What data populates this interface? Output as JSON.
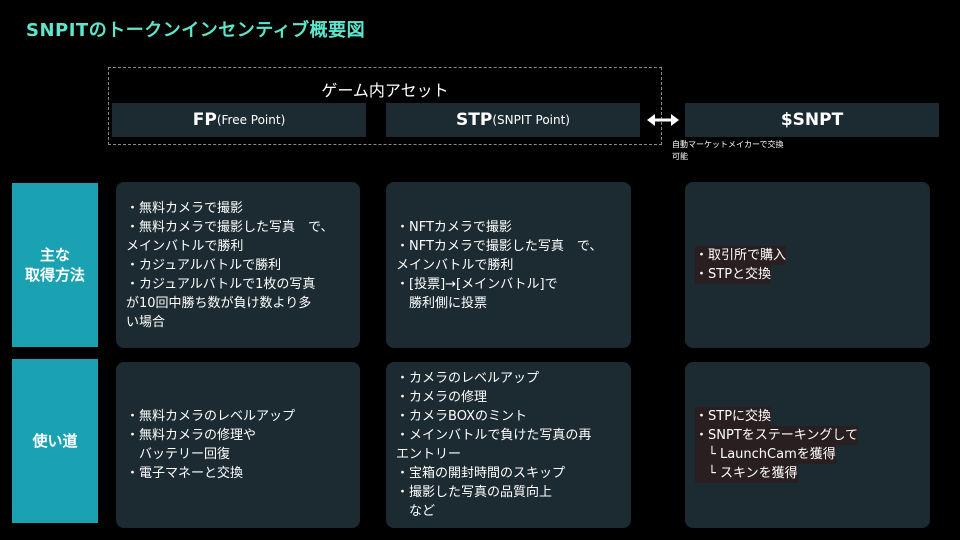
{
  "title": "SNPITのトークンインセンティブ概要図",
  "group_label": "ゲーム内アセット",
  "assets": {
    "fp": {
      "name": "FP",
      "sub": "(Free Point)"
    },
    "stp": {
      "name": "STP",
      "sub": "(SNPIT Point)"
    },
    "snpt": {
      "name": "$SNPT"
    }
  },
  "amm_note": "自動マーケットメイカーで交換可能",
  "rows": {
    "acquire": "主な\n取得方法",
    "use": "使い道"
  },
  "cells": {
    "fp_acquire": [
      "・無料カメラで撮影",
      "・無料カメラで撮影した写真　で、",
      "メインバトルで勝利",
      "・カジュアルバトルで勝利",
      "・カジュアルバトルで1枚の写真",
      "が10回中勝ち数が負け数より多",
      "い場合"
    ],
    "stp_acquire": [
      "・NFTカメラで撮影",
      "・NFTカメラで撮影した写真　で、",
      "メインバトルで勝利",
      "・[投票]→[メインバトル]で",
      "　勝利側に投票"
    ],
    "snpt_acquire": [
      "・取引所で購入",
      "・STPと交換"
    ],
    "fp_use": [
      "・無料カメラのレベルアップ",
      "・無料カメラの修理や",
      "　バッテリー回復",
      "・電子マネーと交換"
    ],
    "stp_use": [
      "・カメラのレベルアップ",
      "・カメラの修理",
      "・カメラBOXのミント",
      "・メインバトルで負けた写真の再",
      "エントリー",
      "・宝箱の開封時間のスキップ",
      "・撮影した写真の品質向上",
      "　など"
    ],
    "snpt_use": [
      "・STPに交換",
      "・SNPTをステーキングして",
      "　└ LaunchCamを獲得",
      "　└ スキンを獲得"
    ]
  },
  "colors": {
    "title": "#5ee6cc",
    "row_header": "#1aa2b3",
    "cell_bg": "#1c2b31",
    "background": "#000000"
  }
}
